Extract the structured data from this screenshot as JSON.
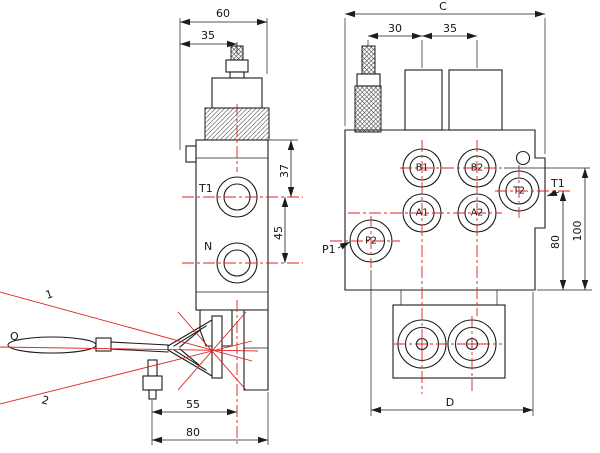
{
  "drawing": {
    "kind": "hydraulic directional control valve technical drawing",
    "colors": {
      "line": "#1c1c1c",
      "centerline": "#e02020",
      "background": "#ffffff"
    },
    "side_view": {
      "dim_60": "60",
      "dim_35": "35",
      "dim_37": "37",
      "dim_45": "45",
      "dim_55": "55",
      "dim_80": "80",
      "port_t1": "T1",
      "port_n": "N",
      "lever_pos_1": "1",
      "lever_pos_neutral": "O",
      "lever_pos_2": "2"
    },
    "front_view": {
      "dim_c": "C",
      "dim_30": "30",
      "dim_35": "35",
      "dim_80": "80",
      "dim_100": "100",
      "dim_d": "D",
      "port_b1": "B1",
      "port_b2": "B2",
      "port_a1": "A1",
      "port_a2": "A2",
      "port_p2": "P2",
      "port_t2": "T2",
      "callout_p1": "P1",
      "callout_t1": "T1"
    }
  }
}
